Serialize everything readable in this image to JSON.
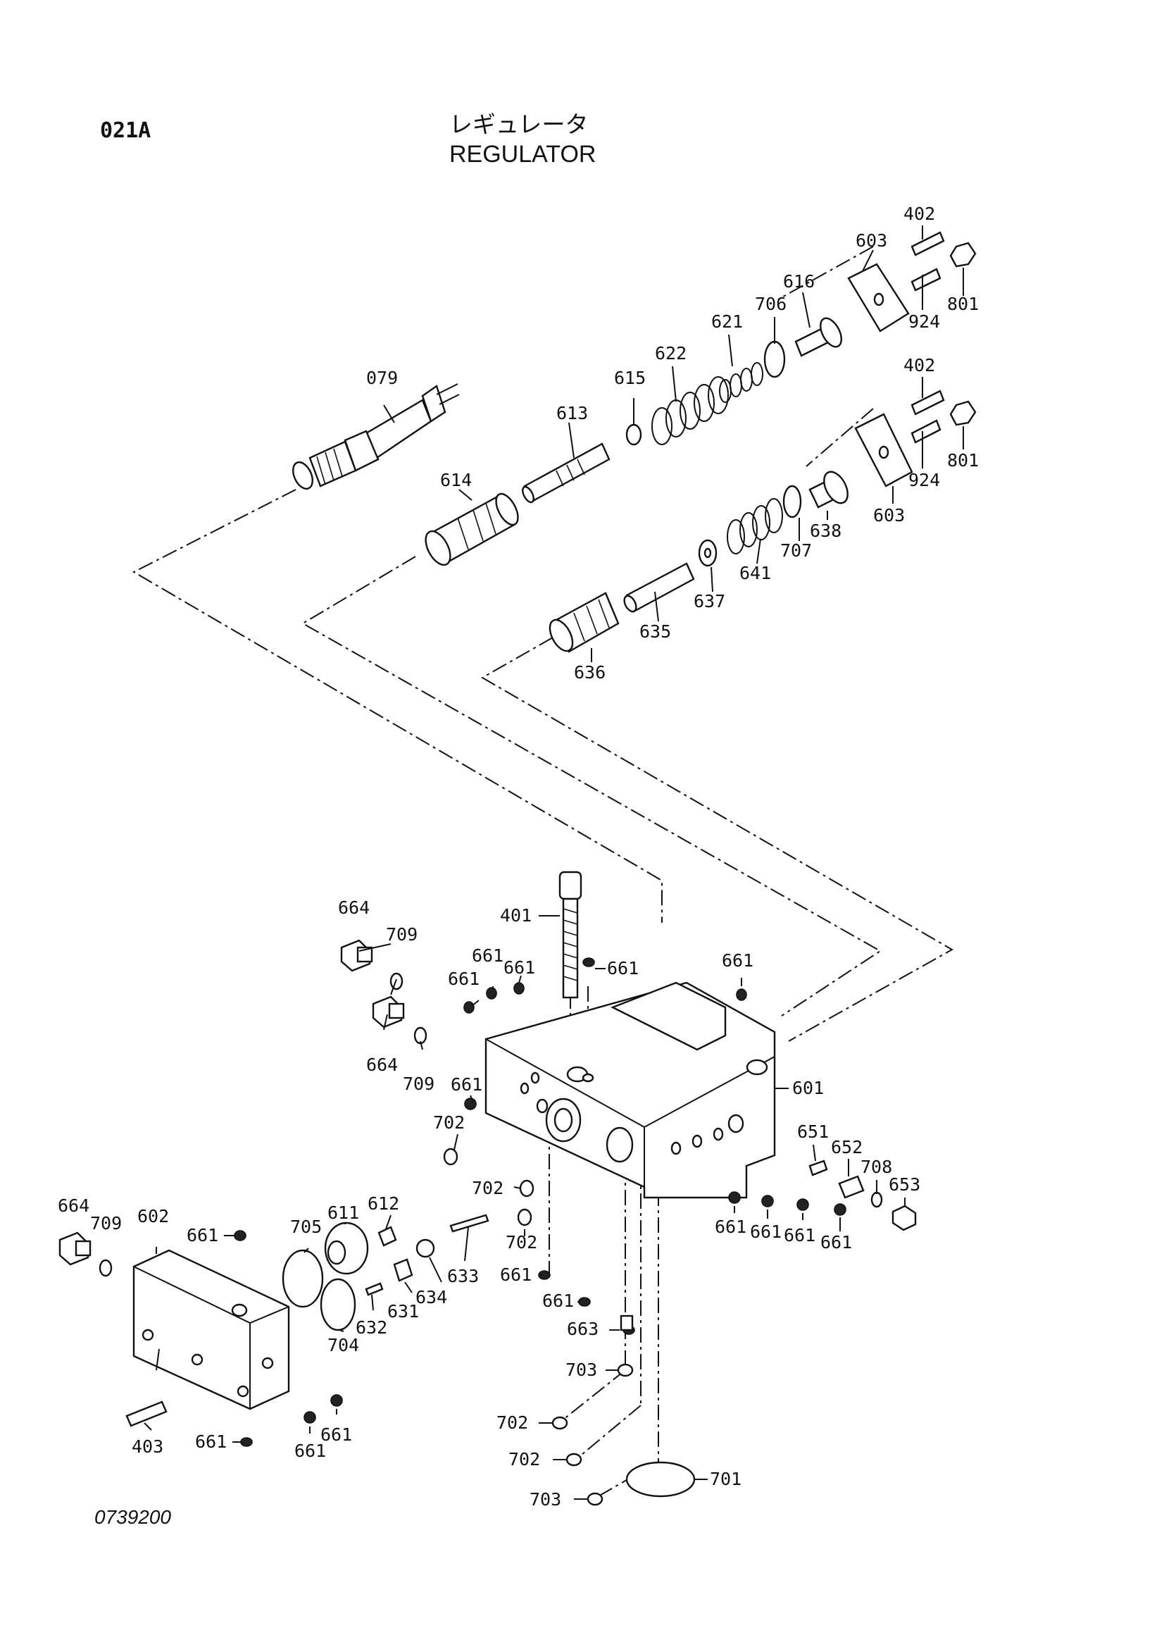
{
  "header": {
    "code": "021A",
    "title_jp": "レギュレータ",
    "title_en": "REGULATOR"
  },
  "figure_number": "0739200",
  "callouts": {
    "c079": "079",
    "c614": "614",
    "c613": "613",
    "c615": "615",
    "c622": "622",
    "c621": "621",
    "c706": "706",
    "c616": "616",
    "c603a": "603",
    "c402a": "402",
    "c924a": "924",
    "c801a": "801",
    "c402b": "402",
    "c801b": "801",
    "c924b": "924",
    "c603b": "603",
    "c638": "638",
    "c707": "707",
    "c641": "641",
    "c637": "637",
    "c635": "635",
    "c636": "636",
    "c401": "401",
    "c664a": "664",
    "c709a": "709",
    "c661a": "661",
    "c661b": "661",
    "c661c": "661",
    "c661d": "661",
    "c661e": "661",
    "c664b": "664",
    "c709b": "709",
    "c661f": "661",
    "c702a": "702",
    "c601": "601",
    "c651": "651",
    "c652": "652",
    "c708": "708",
    "c653": "653",
    "c612": "612",
    "c702b": "702",
    "c702c": "702",
    "c661g": "661",
    "c661h": "661",
    "c661i": "661",
    "c661j": "661",
    "c664c": "664",
    "c709c": "709",
    "c602": "602",
    "c661k": "661",
    "c705": "705",
    "c611": "611",
    "c631": "631",
    "c634": "634",
    "c633": "633",
    "c632": "632",
    "c704": "704",
    "c661l": "661",
    "c661m": "661",
    "c663": "663",
    "c703a": "703",
    "c403": "403",
    "c661n": "661",
    "c661o": "661",
    "c661p": "661",
    "c702d": "702",
    "c702e": "702",
    "c703b": "703",
    "c701": "701"
  }
}
